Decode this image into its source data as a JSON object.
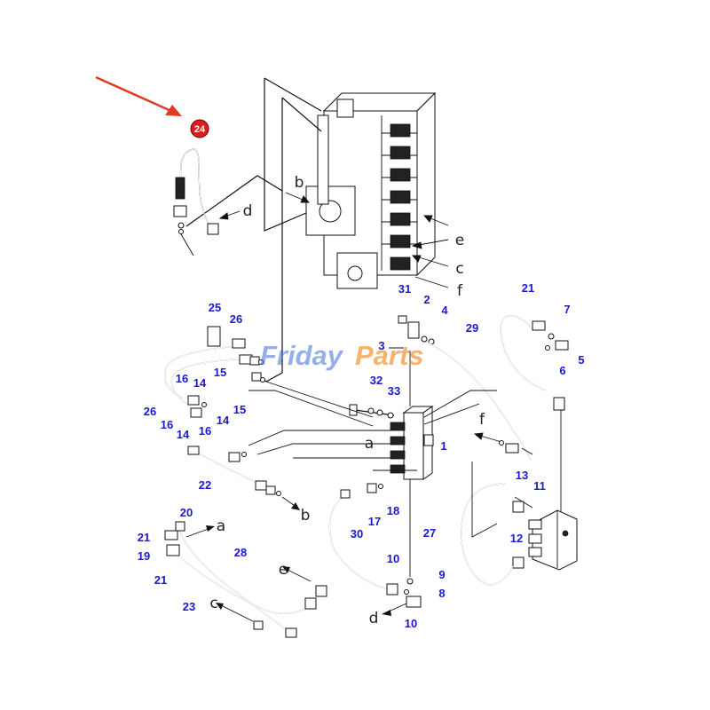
{
  "highlight": {
    "number": "24",
    "badge_color": "#e11b1b",
    "arrow_color": "#e03a22"
  },
  "watermark": {
    "part1": "Friday",
    "part2": "Parts"
  },
  "label_color": "#1a1ad0",
  "callouts": [
    {
      "id": "c24",
      "text": "24"
    },
    {
      "id": "c31",
      "text": "31"
    },
    {
      "id": "c2",
      "text": "2"
    },
    {
      "id": "c4",
      "text": "4"
    },
    {
      "id": "c3",
      "text": "3"
    },
    {
      "id": "c29",
      "text": "29"
    },
    {
      "id": "c21a",
      "text": "21"
    },
    {
      "id": "c7",
      "text": "7"
    },
    {
      "id": "c5",
      "text": "5"
    },
    {
      "id": "c6",
      "text": "6"
    },
    {
      "id": "c25",
      "text": "25"
    },
    {
      "id": "c26a",
      "text": "26"
    },
    {
      "id": "c16a",
      "text": "16"
    },
    {
      "id": "c14a",
      "text": "14"
    },
    {
      "id": "c15a",
      "text": "15"
    },
    {
      "id": "c26b",
      "text": "26"
    },
    {
      "id": "c16b",
      "text": "16"
    },
    {
      "id": "c14b",
      "text": "14"
    },
    {
      "id": "c15b",
      "text": "15"
    },
    {
      "id": "c14c",
      "text": "14"
    },
    {
      "id": "c16c",
      "text": "16"
    },
    {
      "id": "c32",
      "text": "32"
    },
    {
      "id": "c33",
      "text": "33"
    },
    {
      "id": "c1",
      "text": "1"
    },
    {
      "id": "c22",
      "text": "22"
    },
    {
      "id": "c13",
      "text": "13"
    },
    {
      "id": "c11",
      "text": "11"
    },
    {
      "id": "c12",
      "text": "12"
    },
    {
      "id": "c17",
      "text": "17"
    },
    {
      "id": "c18",
      "text": "18"
    },
    {
      "id": "c20",
      "text": "20"
    },
    {
      "id": "c21b",
      "text": "21"
    },
    {
      "id": "c19",
      "text": "19"
    },
    {
      "id": "c21c",
      "text": "21"
    },
    {
      "id": "c28",
      "text": "28"
    },
    {
      "id": "c23",
      "text": "23"
    },
    {
      "id": "c30",
      "text": "30"
    },
    {
      "id": "c27",
      "text": "27"
    },
    {
      "id": "c10a",
      "text": "10"
    },
    {
      "id": "c9",
      "text": "9"
    },
    {
      "id": "c8",
      "text": "8"
    },
    {
      "id": "c10b",
      "text": "10"
    }
  ],
  "port_letters": [
    {
      "id": "p_b",
      "text": "b"
    },
    {
      "id": "p_d1",
      "text": "d"
    },
    {
      "id": "p_e1",
      "text": "e"
    },
    {
      "id": "p_c1",
      "text": "c"
    },
    {
      "id": "p_f1",
      "text": "f"
    },
    {
      "id": "p_a1",
      "text": "a"
    },
    {
      "id": "p_f2",
      "text": "f"
    },
    {
      "id": "p_b2",
      "text": "b"
    },
    {
      "id": "p_a2",
      "text": "a"
    },
    {
      "id": "p_e2",
      "text": "e"
    },
    {
      "id": "p_c2",
      "text": "c"
    },
    {
      "id": "p_d2",
      "text": "d"
    }
  ]
}
